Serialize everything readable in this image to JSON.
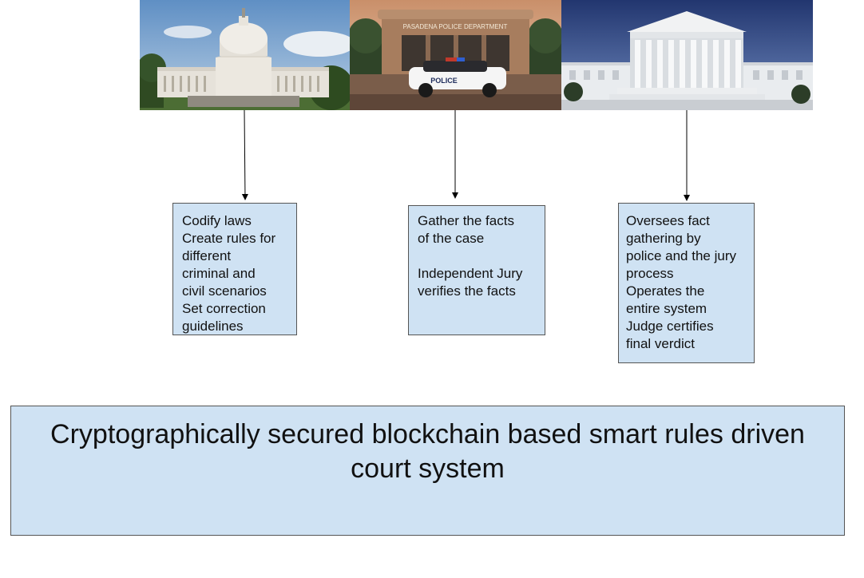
{
  "photos": [
    {
      "depicts": "capitol-building"
    },
    {
      "depicts": "police-department",
      "sign_text": "PASADENA POLICE DEPARTMENT",
      "car_text": "POLICE"
    },
    {
      "depicts": "supreme-court-building"
    }
  ],
  "boxes": {
    "legislature": {
      "lines": [
        "Codify laws",
        "Create rules for",
        "different",
        "criminal and",
        "civil scenarios",
        "Set correction",
        "guidelines"
      ]
    },
    "police": {
      "line1": "Gather the facts",
      "line2": "of the case",
      "line3": "Independent Jury",
      "line4": "verifies the facts"
    },
    "court": {
      "lines": [
        "Oversees fact",
        "gathering by",
        "police and the jury",
        "process",
        "Operates the",
        "entire system",
        "Judge certifies",
        "final verdict"
      ]
    }
  },
  "banner": {
    "line1": "Cryptographically secured blockchain based smart rules driven",
    "line2": "court system"
  },
  "colors": {
    "box_fill": "#cfe2f3",
    "box_border": "#555555",
    "arrow": "#000000"
  }
}
